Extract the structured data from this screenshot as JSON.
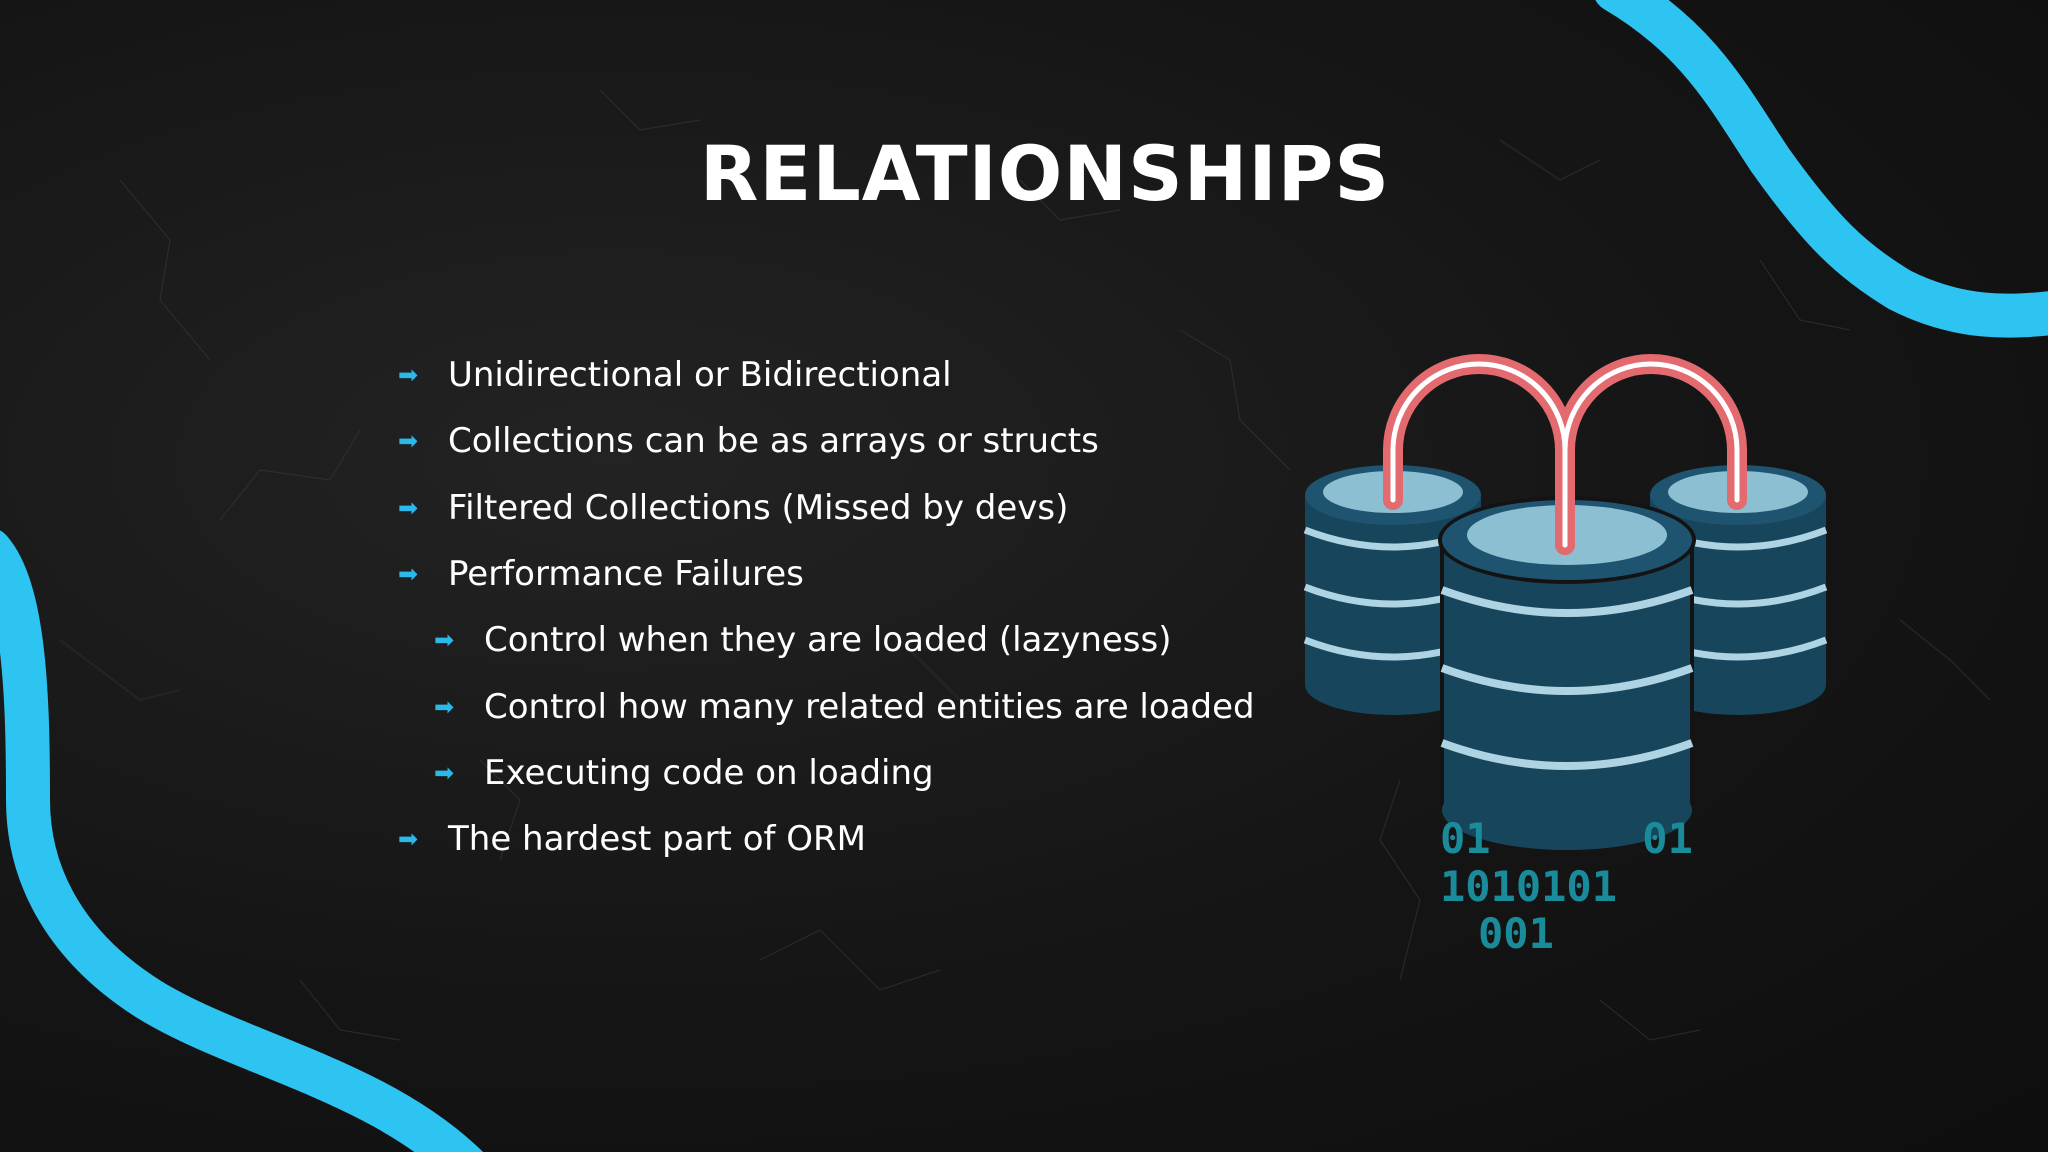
{
  "slide": {
    "title": "RELATIONSHIPS",
    "bullet_icon": "arrow-right-icon",
    "bullets": [
      {
        "text": "Unidirectional or Bidirectional",
        "level": 1
      },
      {
        "text": "Collections can be as arrays or structs",
        "level": 1
      },
      {
        "text": "Filtered Collections (Missed by devs)",
        "level": 1
      },
      {
        "text": "Performance Failures",
        "level": 1
      },
      {
        "text": "Control when they are loaded (lazyness)",
        "level": 2
      },
      {
        "text": "Control how many related entities are loaded",
        "level": 2
      },
      {
        "text": "Executing code on loading",
        "level": 2
      },
      {
        "text": "The hardest part of ORM",
        "level": 1
      }
    ],
    "binary_lines": [
      "01      01",
      "1010101",
      "001"
    ]
  },
  "colors": {
    "background": "#131313",
    "wave": "#2ec4f1",
    "bullet_arrow": "#2bb9ea",
    "title": "#ffffff",
    "database_body": "#17465c",
    "database_top": "#8dbfd2",
    "database_stripe": "#aed3e2",
    "pipe": "#e36a6f",
    "binary": "#1a8b9a"
  }
}
